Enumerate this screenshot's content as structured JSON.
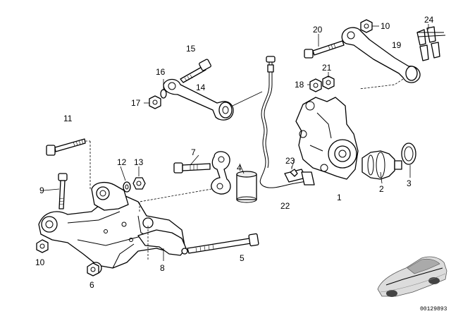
{
  "callouts": [
    "1",
    "2",
    "3",
    "4",
    "5",
    "6",
    "7",
    "8",
    "9",
    "10",
    "10",
    "11",
    "12",
    "13",
    "14",
    "15",
    "16",
    "17",
    "18",
    "19",
    "20",
    "21",
    "22",
    "23",
    "24"
  ],
  "catalog_number": "00129893"
}
